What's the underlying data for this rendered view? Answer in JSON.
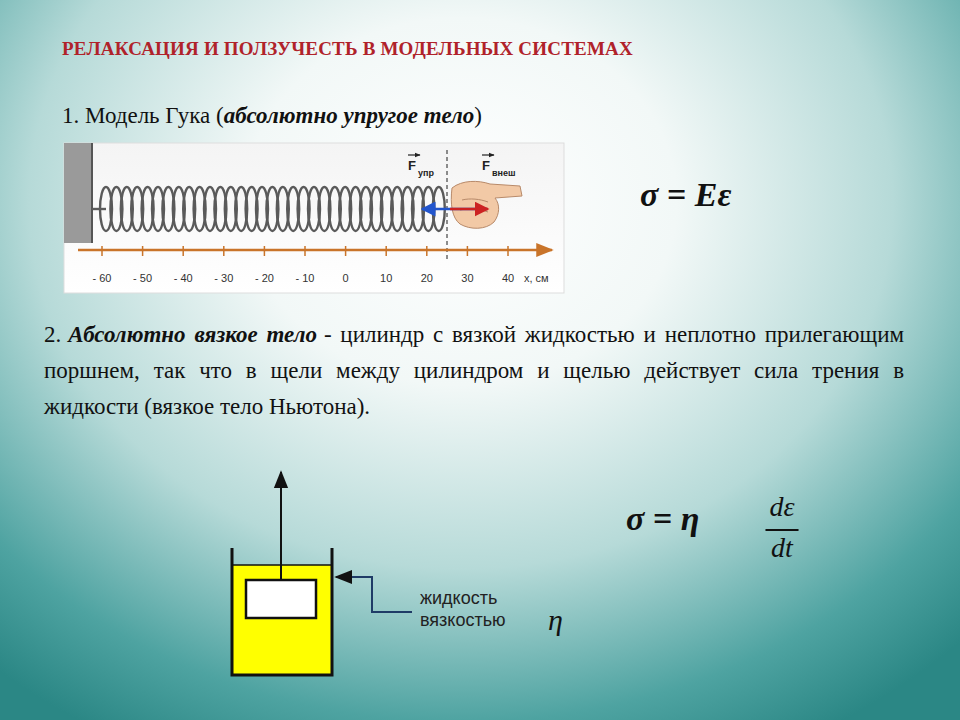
{
  "diagram": {
    "title": "РЕЛАКСАЦИЯ И ПОЛЗУЧЕСТЬ В МОДЕЛЬНЫХ СИСТЕМАХ",
    "labels": [
      "1. Модель Гука (",
      "абсолютно упругое тело",
      ")",
      "F",
      "упр",
      "F",
      "внеш",
      "- 60",
      "- 50",
      "- 40",
      "- 30",
      "- 20",
      "- 10",
      "0",
      "10",
      "20",
      "30",
      "40",
      "x, см",
      "σ = Eε",
      "2.",
      "Абсолютно вязкое тело",
      "- цилиндр с вязкой жидкостью и неплотно прилегающим поршнем, так что в щели между цилиндром и щелью действует сила трения в жидкости (вязкое тело Ньютона).",
      "жидкость вязкостью",
      "η",
      "σ = η",
      "dε",
      "dt"
    ]
  }
}
